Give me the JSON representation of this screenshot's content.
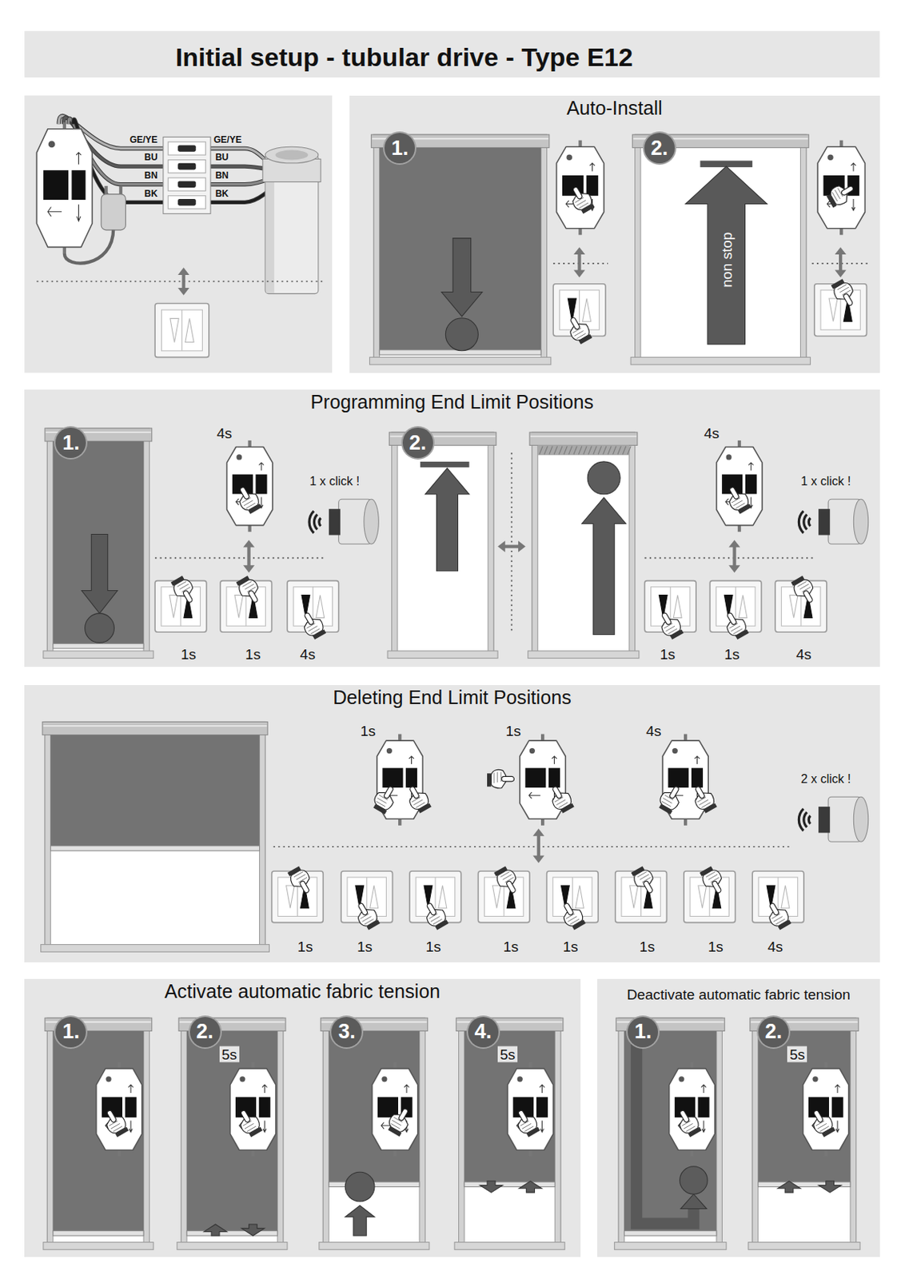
{
  "diagram": {
    "title": "Initial setup - tubular drive - Type E12",
    "nodes": [
      {
        "text": [
          "Auto-Install"
        ]
      },
      {
        "text": [
          "1."
        ],
        "in": 0
      },
      {
        "text": [
          "2."
        ],
        "in": 0
      },
      {
        "text": [
          "Programming End Limit Positions"
        ]
      },
      {
        "text": [
          "1."
        ],
        "in": 3
      },
      {
        "text": [
          "2."
        ],
        "in": 3
      },
      {
        "text": [
          "Deleting End Limit Positions"
        ]
      },
      {
        "text": [
          "Activate automatic fabric tension"
        ]
      },
      {
        "text": [
          "1."
        ],
        "in": 7
      },
      {
        "text": [
          "2."
        ],
        "in": 7
      },
      {
        "text": [
          "3."
        ],
        "in": 7
      },
      {
        "text": [
          "4."
        ],
        "in": 7
      },
      {
        "text": [
          "Deactivate automatic fabric tension"
        ]
      },
      {
        "text": [
          "1."
        ],
        "in": 12
      },
      {
        "text": [
          "2."
        ],
        "in": 12
      }
    ],
    "labels": [
      "GE/YE",
      "BU",
      "BN",
      "BK",
      "GE/YE",
      "BU",
      "BN",
      "BK",
      "non stop",
      "4s",
      "1 x click !",
      "1s",
      "1s",
      "4s",
      "4s",
      "1 x click !",
      "1s",
      "1s",
      "4s",
      "1s",
      "1s",
      "4s",
      "2 x click !",
      "1s",
      "1s",
      "1s",
      "1s",
      "1s",
      "1s",
      "1s",
      "4s",
      "5s",
      "5s",
      "5s"
    ]
  }
}
